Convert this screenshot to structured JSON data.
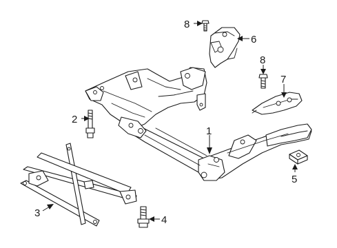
{
  "callouts": [
    {
      "id": "c1",
      "label": "1"
    },
    {
      "id": "c2",
      "label": "2"
    },
    {
      "id": "c3",
      "label": "3"
    },
    {
      "id": "c4",
      "label": "4"
    },
    {
      "id": "c5",
      "label": "5"
    },
    {
      "id": "c6",
      "label": "6"
    },
    {
      "id": "c7",
      "label": "7"
    },
    {
      "id": "c8a",
      "label": "8"
    },
    {
      "id": "c8b",
      "label": "8"
    }
  ]
}
